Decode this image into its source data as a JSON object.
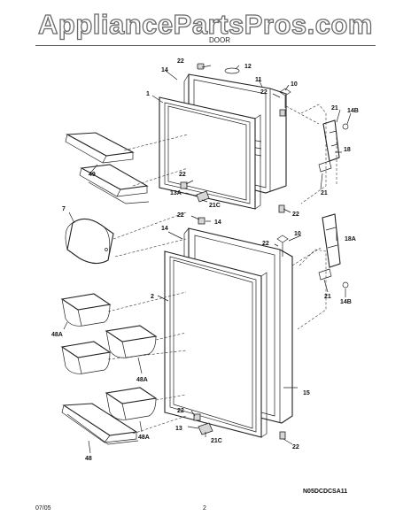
{
  "watermark": "AppliancePartsPros.com",
  "section_title": "DOOR",
  "drawing_code": "N05DCDCSA11",
  "footer": {
    "date": "07/05",
    "page": "2"
  },
  "callouts": {
    "c22a": "22",
    "c12": "12",
    "c14a": "14",
    "c11": "11",
    "c1": "1",
    "c10a": "10",
    "c22b": "22",
    "c21a": "21",
    "c14Ba": "14B",
    "c18": "18",
    "c49": "49",
    "c22c": "22",
    "c13A": "13A",
    "c21Ca": "21C",
    "c21b": "21",
    "c22d": "22",
    "c7": "7",
    "c22e": "22",
    "c14b": "14",
    "c14c": "14",
    "c22f": "22",
    "c10b": "10",
    "c18A": "18A",
    "c2": "2",
    "c21c": "21",
    "c14Bb": "14B",
    "c48Aa": "48A",
    "c48Ab": "48A",
    "c15": "15",
    "c22g": "22",
    "c13": "13",
    "c48Ac": "48A",
    "c21Cb": "21C",
    "c22h": "22",
    "c48": "48"
  }
}
